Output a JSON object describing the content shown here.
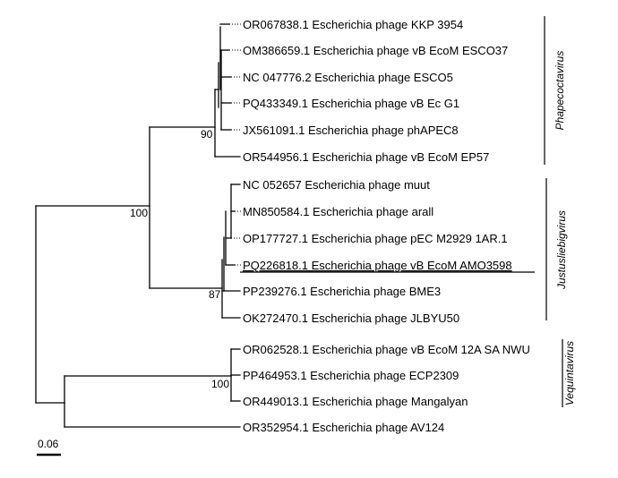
{
  "tree": {
    "leaves": [
      {
        "id": "L1",
        "label": "OR067838.1 Escherichia phage KKP 3954"
      },
      {
        "id": "L2",
        "label": "OM386659.1 Escherichia phage vB EcoM ESCO37"
      },
      {
        "id": "L3",
        "label": "NC 047776.2 Escherichia phage ESCO5"
      },
      {
        "id": "L4",
        "label": "PQ433349.1 Escherichia phage vB Ec G1"
      },
      {
        "id": "L5",
        "label": "JX561091.1 Escherichia phage phAPEC8"
      },
      {
        "id": "L6",
        "label": "OR544956.1 Escherichia phage vB EcoM EP57"
      },
      {
        "id": "L7",
        "label": "NC 052657 Escherichia phage muut"
      },
      {
        "id": "L8",
        "label": "MN850584.1 Escherichia phage arall"
      },
      {
        "id": "L9",
        "label": "OP177727.1 Escherichia phage pEC M2929 1AR.1"
      },
      {
        "id": "L10",
        "label": "PQ226818.1 Escherichia phage vB EcoM AMO3598",
        "underlined": true
      },
      {
        "id": "L11",
        "label": "PP239276.1 Escherichia phage BME3"
      },
      {
        "id": "L12",
        "label": "OK272470.1 Escherichia phage JLBYU50"
      },
      {
        "id": "L13",
        "label": "OR062528.1 Escherichia phage vB EcoM 12A SA NWU"
      },
      {
        "id": "L14",
        "label": "PP464953.1 Escherichia phage ECP2309"
      },
      {
        "id": "L15",
        "label": "OR449013.1 Escherichia phage Mangalyan"
      },
      {
        "id": "L16",
        "label": "OR352954.1 Escherichia phage AV124"
      }
    ],
    "support_values": [
      {
        "node": "phapecoctavirus",
        "value": "90"
      },
      {
        "node": "phapeco-justus",
        "value": "100"
      },
      {
        "node": "justusliebigvirus",
        "value": "87"
      },
      {
        "node": "vequintavirus",
        "value": "100"
      }
    ],
    "clades": [
      {
        "id": "phapecoctavirus",
        "name": "Phapecoctavirus"
      },
      {
        "id": "justusliebigvirus",
        "name": "Justusliebigvirus"
      },
      {
        "id": "vequintavirus",
        "name": "Vequintavirus"
      }
    ],
    "scale_bar": {
      "label": "0.06"
    }
  }
}
